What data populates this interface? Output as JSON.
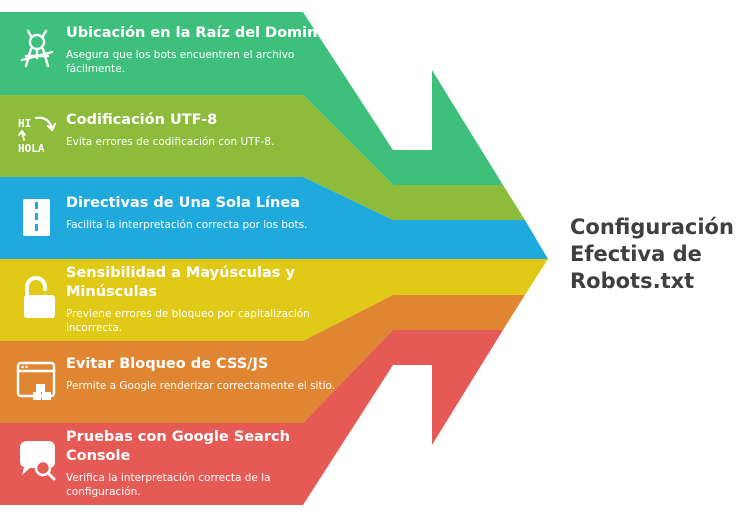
{
  "title_lines": [
    "Configuración",
    "Efectiva de",
    "Robots.txt"
  ],
  "bands": [
    {
      "title": "Ubicación en la Raíz del Dominio",
      "desc": "Asegura que los bots encuentren el archivo fácilmente.",
      "color": "#3ec07c",
      "icon": "robot-icon"
    },
    {
      "title": "Codificación UTF-8",
      "desc": "Evita errores de codificación con UTF-8.",
      "color": "#8dbc3c",
      "icon": "translate-icon"
    },
    {
      "title": "Directivas de Una Sola Línea",
      "desc": "Facilita la interpretación correcta por los bots.",
      "color": "#1fa9dc",
      "icon": "road-icon"
    },
    {
      "title": "Sensibilidad a Mayúsculas y Minúsculas",
      "desc": "Previene errores de bloqueo por capitalización incorrecta.",
      "color": "#e0c917",
      "icon": "unlock-icon"
    },
    {
      "title": "Evitar Bloqueo de CSS/JS",
      "desc": "Permite a Google renderizar correctamente el sitio.",
      "color": "#e08532",
      "icon": "browser-icon"
    },
    {
      "title": "Pruebas con Google Search Console",
      "desc": "Verifica la interpretación correcta de la configuración.",
      "color": "#e65a56",
      "icon": "search-chat-icon"
    }
  ],
  "icon_text": {
    "hi": "HI",
    "hola": "HOLA"
  }
}
